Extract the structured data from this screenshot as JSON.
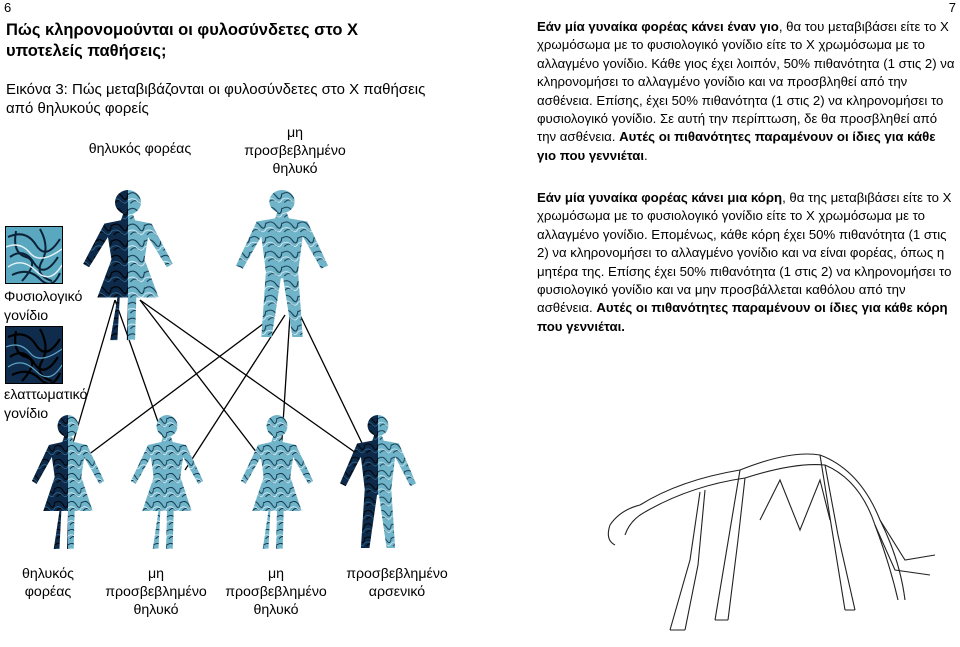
{
  "page_left": "6",
  "page_right": "7",
  "title": "Πώς κληρονομούνται οι φυλοσύνδετες στο Χ υποτελείς παθήσεις;",
  "caption": "Εικόνα 3: Πώς μεταβιβάζονται οι φυλοσύνδετες στο Χ παθήσεις από θηλυκούς φορείς",
  "parents": {
    "carrier_female": "θηλυκός φορέας",
    "unaffected_female": [
      "μη",
      "προσβεβλημένο",
      "θηλυκό"
    ]
  },
  "legend": {
    "normal_gene": [
      "Φυσιολογικό",
      "γονίδιο"
    ],
    "faulty_gene": [
      "ελαττωματικό",
      "γονίδιο"
    ]
  },
  "children": {
    "c1": [
      "θηλυκός",
      "φορέας"
    ],
    "c2": [
      "μη",
      "προσβεβλημένο",
      "θηλυκό"
    ],
    "c3": [
      "μη",
      "προσβεβλημένο",
      "θηλυκό"
    ],
    "c4": [
      "προσβεβλημένο",
      "αρσενικό"
    ]
  },
  "paragraph1": {
    "bold_intro": "Εάν μία γυναίκα  φορέας κάνει έναν γιο",
    "text": ", θα του μεταβιβάσει είτε το Χ χρωμόσωμα με το φυσιολογικό γονίδιο είτε το Χ χρωμόσωμα με το αλλαγμένο γονίδιο. Κάθε γιος έχει λοιπόν, 50% πιθανότητα (1 στις 2) να κληρονομήσει το αλλαγμένο γονίδιο και να προσβληθεί από την ασθένεια. Επίσης, έχει 50% πιθανότητα (1 στις 2) να κληρονομήσει το φυσιολογικό γονίδιο. Σε αυτή την περίπτωση, δε θα προσβληθεί από την ασθένεια. ",
    "bold_outro": "Αυτές οι πιθανότητες παραμένουν οι ίδιες για κάθε γιο που γεννιέται",
    "end": "."
  },
  "paragraph2": {
    "bold_intro": "Εάν μία γυναίκα φορέας κάνει μια κόρη",
    "text": ", θα της μεταβιβάσει είτε το Χ χρωμόσωμα με το φυσιολογικό γονίδιο είτε το Χ χρωμόσωμα με το αλλαγμένο γονίδιο. Επομένως, κάθε κόρη έχει 50% πιθανότητα (1 στις 2) να κληρονομήσει το αλλαγμένο γονίδιο και να είναι φορέας, όπως η μητέρα της. Επίσης έχει 50% πιθανότητα (1 στις 2) να κληρονομήσει το φυσιολογικό γονίδιο και να μην προσβάλλεται καθόλου από την ασθένεια. ",
    "bold_outro": "Αυτές οι πιθανότητες παραμένουν οι ίδιες για κάθε κόρη που γεννιέται."
  },
  "colors": {
    "normal": "#6fb4c9",
    "faulty": "#0d2a4a",
    "line": "#000000"
  }
}
